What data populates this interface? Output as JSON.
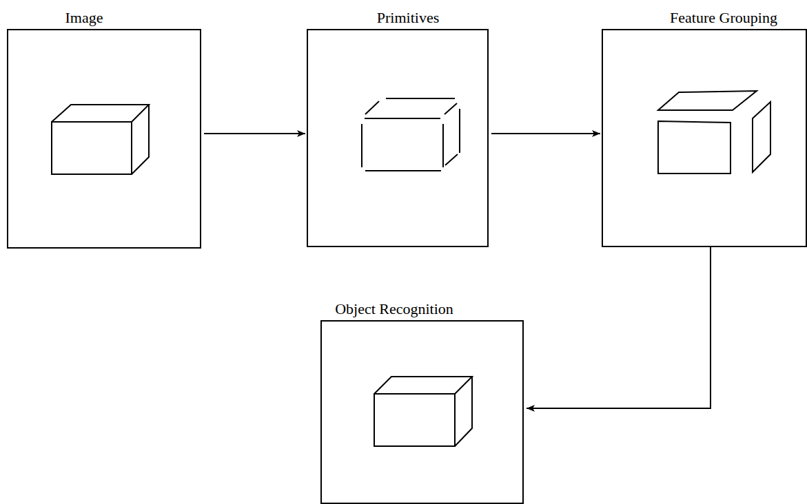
{
  "diagram": {
    "nodes": [
      {
        "text": [
          "Image"
        ]
      },
      {
        "text": [
          "Primitives"
        ]
      },
      {
        "text": [
          "Feature Grouping"
        ]
      },
      {
        "text": [
          "Object Recognition"
        ]
      }
    ],
    "edges": [
      {
        "from": 0,
        "to": 1,
        "arrow": "to"
      },
      {
        "from": 1,
        "to": 2,
        "arrow": "to"
      },
      {
        "from": 2,
        "to": 3,
        "arrow": "to"
      }
    ]
  }
}
